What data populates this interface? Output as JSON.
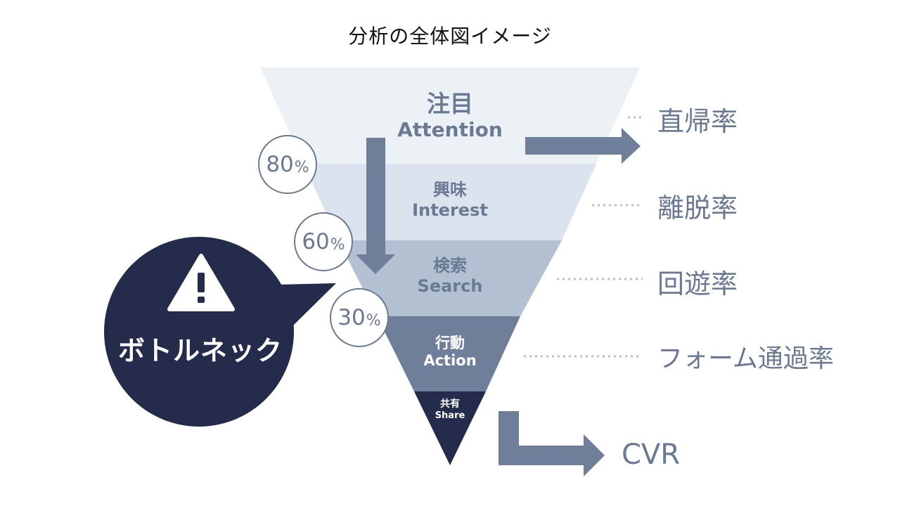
{
  "title": "分析の全体図イメージ",
  "stages": [
    {
      "ja": "注目",
      "en": "Attention"
    },
    {
      "ja": "興味",
      "en": "Interest"
    },
    {
      "ja": "検索",
      "en": "Search"
    },
    {
      "ja": "行動",
      "en": "Action"
    },
    {
      "ja": "共有",
      "en": "Share"
    }
  ],
  "metrics": [
    "直帰率",
    "離脱率",
    "回遊率",
    "フォーム通過率"
  ],
  "conversion": "CVR",
  "percentages": [
    {
      "value": "80",
      "unit": "%"
    },
    {
      "value": "60",
      "unit": "%"
    },
    {
      "value": "30",
      "unit": "%"
    }
  ],
  "bottleneck": "ボトルネック",
  "colors": {
    "stage1": "#ecf1f6",
    "stage2": "#dae3ee",
    "stage3": "#b2c0d2",
    "stage4": "#6f7f99",
    "stage5": "#242b4b",
    "accent": "#6b7a93",
    "bubble": "#242b4b"
  },
  "icons": [
    "warning-icon",
    "arrow-right-icon",
    "arrow-down-icon",
    "arrow-elbow-icon"
  ]
}
